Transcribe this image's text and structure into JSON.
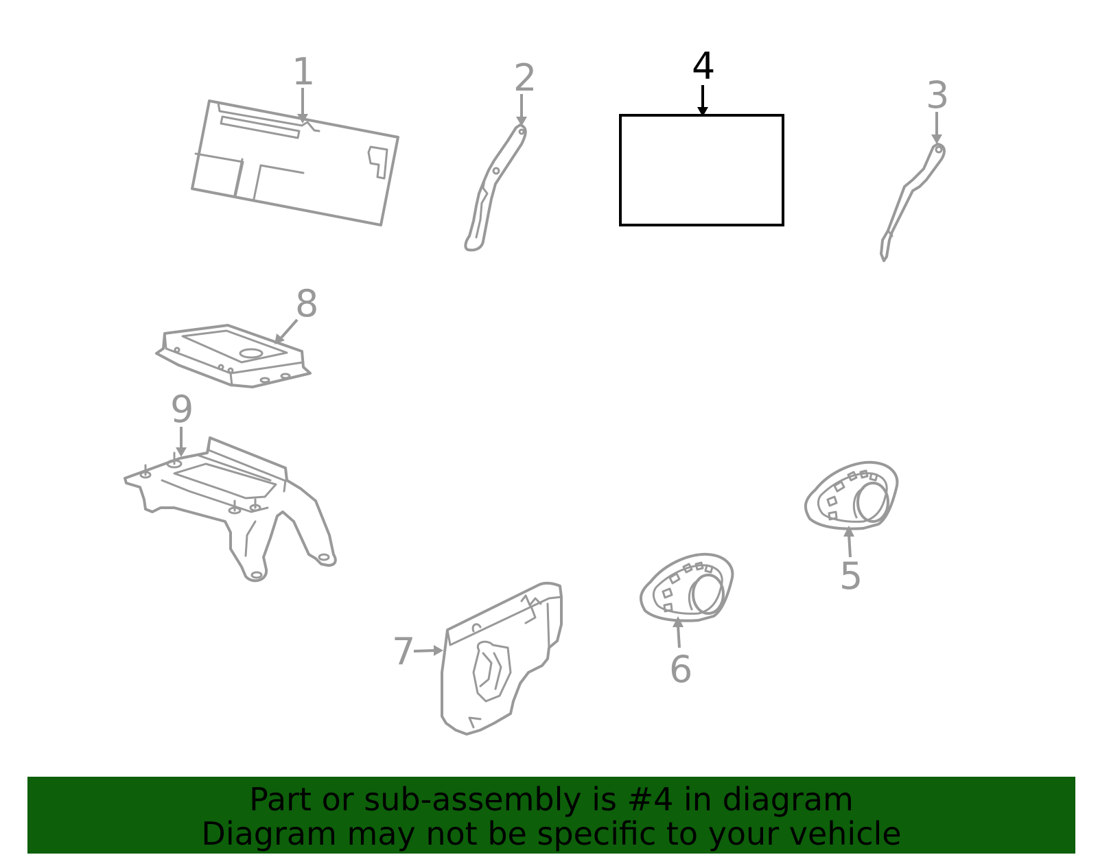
{
  "callouts": {
    "c1": "1",
    "c2": "2",
    "c3": "3",
    "c4": "4",
    "c5": "5",
    "c6": "6",
    "c7": "7",
    "c8": "8",
    "c9": "9"
  },
  "highlighted_part": "4",
  "colors": {
    "part_line": "#999999",
    "highlight": "#000000",
    "banner_background": "#0d5f0a",
    "banner_text": "#000000"
  },
  "banner": {
    "line1": "Part or sub-assembly is #4 in diagram",
    "line2": "Diagram may not be specific to your vehicle"
  }
}
